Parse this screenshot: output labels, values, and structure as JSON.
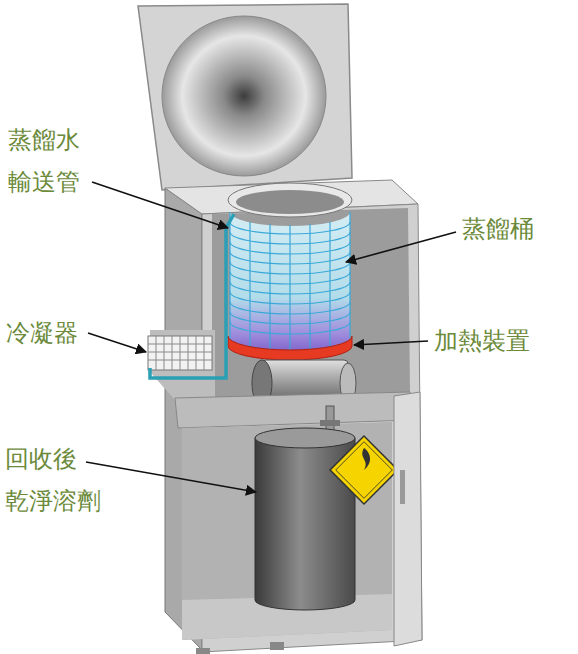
{
  "diagram": {
    "labels": [
      "蒸餾水 輸送管",
      "蒸餾桶",
      "冷凝器",
      "加熱裝置",
      "回收後 乾淨溶劑"
    ]
  }
}
